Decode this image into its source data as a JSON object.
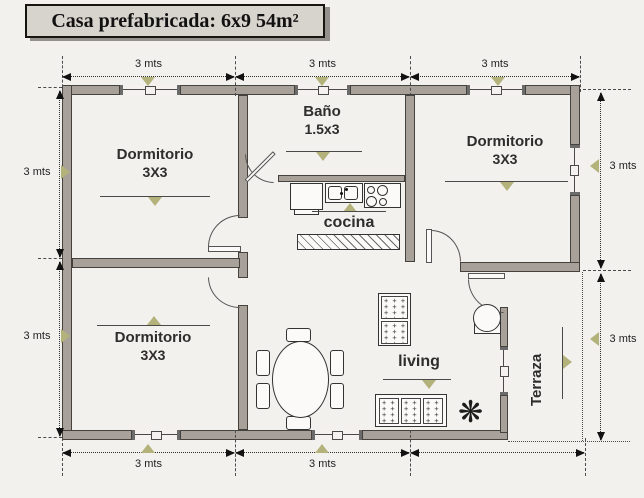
{
  "title": "Casa prefabricada: 6x9  54m²",
  "rooms": [
    {
      "name": "Dormitorio",
      "size": "3X3"
    },
    {
      "name": "Baño",
      "size": "1.5x3"
    },
    {
      "name": "Dormitorio",
      "size": "3X3"
    },
    {
      "name": "Dormitorio",
      "size": "3X3"
    },
    {
      "name": "cocina"
    },
    {
      "name": "living"
    },
    {
      "name": "Terraza"
    }
  ],
  "dimensions": {
    "top": [
      "3 mts",
      "3 mts",
      "3 mts"
    ],
    "bottom": [
      "3 mts",
      "3 mts"
    ],
    "left": [
      "3 mts",
      "3 mts"
    ],
    "right": [
      "3 mts",
      "3 mts"
    ]
  },
  "icons": {
    "plant_glyph": "❋"
  },
  "colors": {
    "wall": "#a8a19a",
    "marker": "#b4b27b",
    "title_bg": "#d7d3cd",
    "background": "#f3f1ee"
  }
}
